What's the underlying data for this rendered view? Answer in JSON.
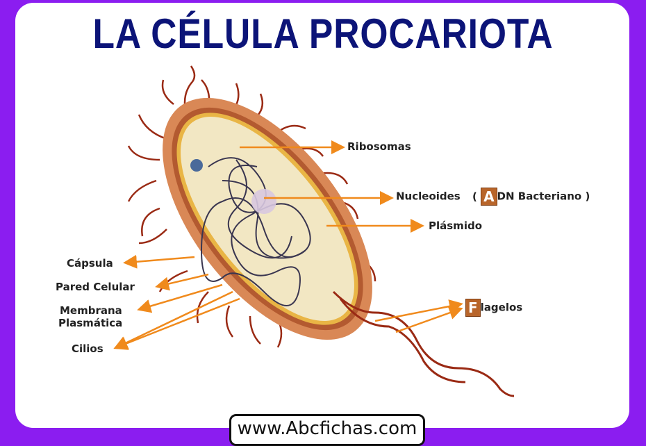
{
  "title": "LA CÉLULA PROCARIOTA",
  "labels": {
    "ribosomas": "Ribosomas",
    "nucleoides": "Nucleoides",
    "paren_open": "(",
    "adn_initial": "A",
    "adn_rest": "DN Bacteriano",
    "paren_close": ")",
    "plasmido": "Plásmido",
    "capsula": "Cápsula",
    "pared": "Pared Celular",
    "membrana": "Membrana",
    "plasmatica": "Plasmática",
    "cilios": "Cilios",
    "flagelos_initial": "F",
    "flagelos_rest": "lagelos"
  },
  "watermark": "www.Abcfichas.com",
  "colors": {
    "background": "#8b1df0",
    "title": "#0c1478",
    "arrow": "#f08a1c"
  }
}
